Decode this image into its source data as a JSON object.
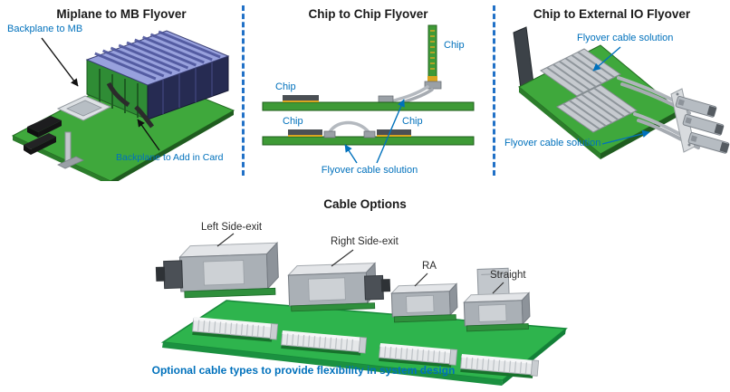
{
  "colors": {
    "accent_blue": "#0071BC",
    "divider_blue": "#2171C7",
    "pcb_green": "#3FA83C",
    "board_green_bright": "#2EB44D",
    "title_dark": "#1A1A1A"
  },
  "panels": {
    "midplane": {
      "title": "Miplane to MB Flyover",
      "labels": {
        "backplane_to_mb": "Backplane to MB",
        "backplane_to_add_in_card": "Backplane to Add in Card"
      }
    },
    "chip_to_chip": {
      "title": "Chip to Chip Flyover",
      "chip_labels": [
        "Chip",
        "Chip",
        "Chip",
        "Chip"
      ],
      "flyover_label": "Flyover cable solution"
    },
    "chip_to_external_io": {
      "title": "Chip to External IO Flyover",
      "flyover_label_top": "Flyover cable solution",
      "flyover_label_bottom": "Flyover cable solution"
    }
  },
  "cable_options": {
    "title": "Cable Options",
    "options": [
      {
        "label": "Left Side-exit"
      },
      {
        "label": "Right Side-exit"
      },
      {
        "label": "RA"
      },
      {
        "label": "Straight"
      }
    ],
    "caption": "Optional cable types to provide flexibility in system design"
  }
}
